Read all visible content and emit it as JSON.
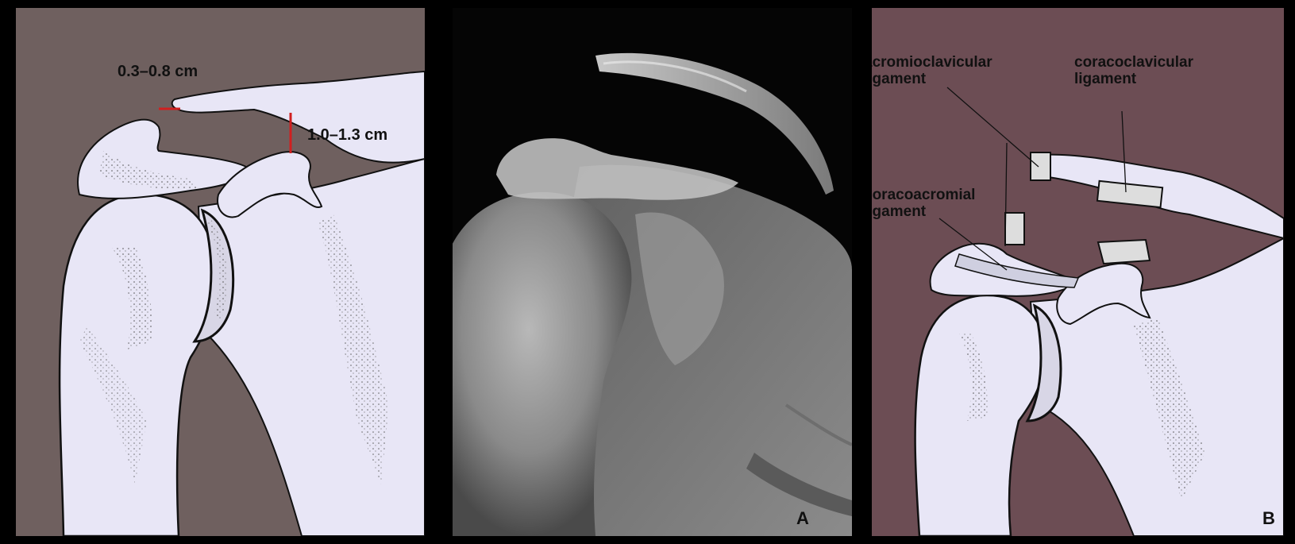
{
  "left_panel": {
    "measure_ac": "0.3–0.8 cm",
    "measure_cc": "1.0–1.3 cm"
  },
  "middle_panel": {
    "letter": "A"
  },
  "right_panel": {
    "label_acromioclavicular_1": "acromioclavicular",
    "label_acromioclavicular_2": "ligament",
    "label_coracoclavicular_1": "coracoclavicular",
    "label_coracoclavicular_2": "ligament",
    "label_coracoacromial_1": "coracoacromial",
    "label_coracoacromial_2": "ligament",
    "letter": "B"
  },
  "colors": {
    "bone": "#e8e6f6",
    "left_bg": "#6f605f",
    "right_bg": "#6c4d54",
    "marker": "#d01f1f"
  }
}
